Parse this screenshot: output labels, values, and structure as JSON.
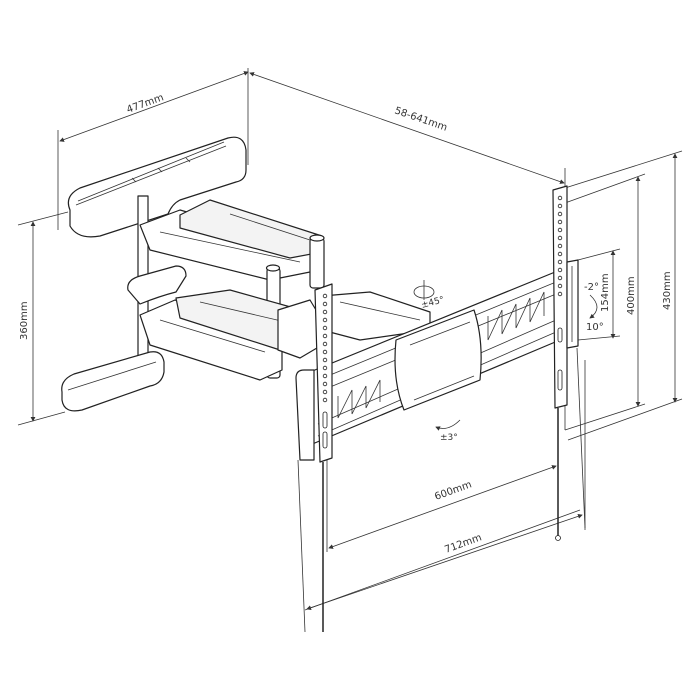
{
  "diagram": {
    "subject": "Full-motion TV wall mount (articulating arm) technical drawing",
    "line_color": "#222222",
    "background": "#ffffff",
    "dimensions": {
      "wall_plate_depth": "477mm",
      "extension_range": "58-641mm",
      "wall_plate_height": "360mm",
      "vesa_vertical_max": "400mm",
      "overall_height": "430mm",
      "tilt_bracket_height": "154mm",
      "vesa_horizontal_max": "600mm",
      "overall_width": "712mm"
    },
    "angles": {
      "swivel": "±45°",
      "rotation": "±3°",
      "tilt_up": "-2°",
      "tilt_down": "10°"
    }
  }
}
